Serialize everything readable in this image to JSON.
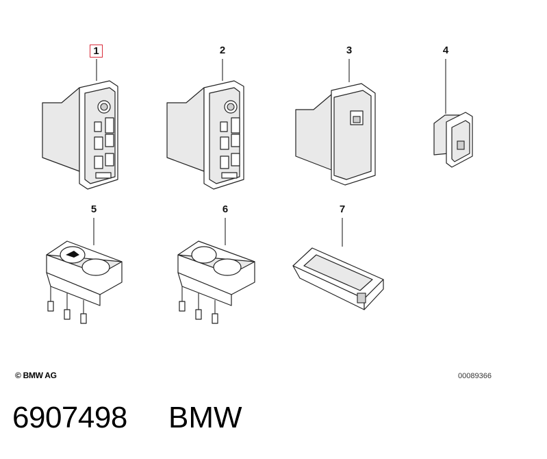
{
  "callouts": {
    "item_1": "1",
    "item_2": "2",
    "item_3": "3",
    "item_4": "4",
    "item_5": "5",
    "item_6": "6",
    "item_7": "7"
  },
  "footer": {
    "copyright": "© BMW AG",
    "figure_number": "00089366"
  },
  "caption": {
    "part_number": "6907498",
    "brand": "BMW"
  },
  "colors": {
    "highlight": "#d92b3a"
  }
}
